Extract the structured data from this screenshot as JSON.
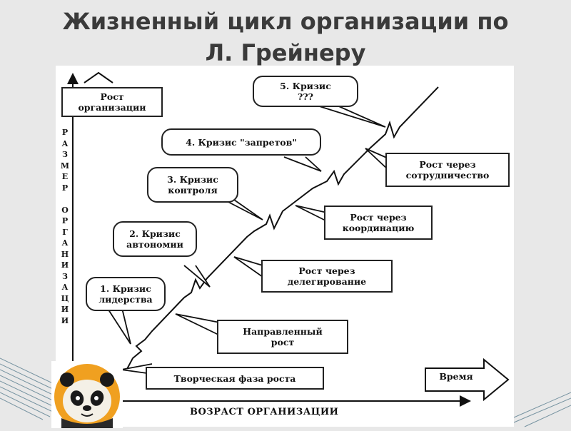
{
  "title_line1": "Жизненный цикл организации по",
  "title_line2": "Л. Грейнеру",
  "y_axis_box": {
    "line1": "Рост",
    "line2": "организации"
  },
  "y_axis_label": "РАЗМЕР ОРГАНИЗАЦИИ",
  "x_axis_label": "ВОЗРАСТ ОРГАНИЗАЦИИ",
  "time_label": "Время",
  "crises": [
    {
      "line1": "1. Кризис",
      "line2": "лидерства"
    },
    {
      "line1": "2. Кризис",
      "line2": "автономии"
    },
    {
      "line1": "3. Кризис",
      "line2": "контроля"
    },
    {
      "line1": "4. Кризис \"запретов\"",
      "line2": ""
    },
    {
      "line1": "5. Кризис",
      "line2": "???"
    }
  ],
  "growth": [
    {
      "line1": "Творческая фаза роста",
      "line2": ""
    },
    {
      "line1": "Направленный",
      "line2": "рост"
    },
    {
      "line1": "Рост через",
      "line2": "делегирование"
    },
    {
      "line1": "Рост через",
      "line2": "координацию"
    },
    {
      "line1": "Рост через",
      "line2": "сотрудничество"
    }
  ],
  "colors": {
    "background": "#e8e8e8",
    "stripe": "#5b7f90",
    "ink": "#111111",
    "title": "#3a3a3a"
  },
  "icons": [
    "panda-avatar-icon"
  ]
}
